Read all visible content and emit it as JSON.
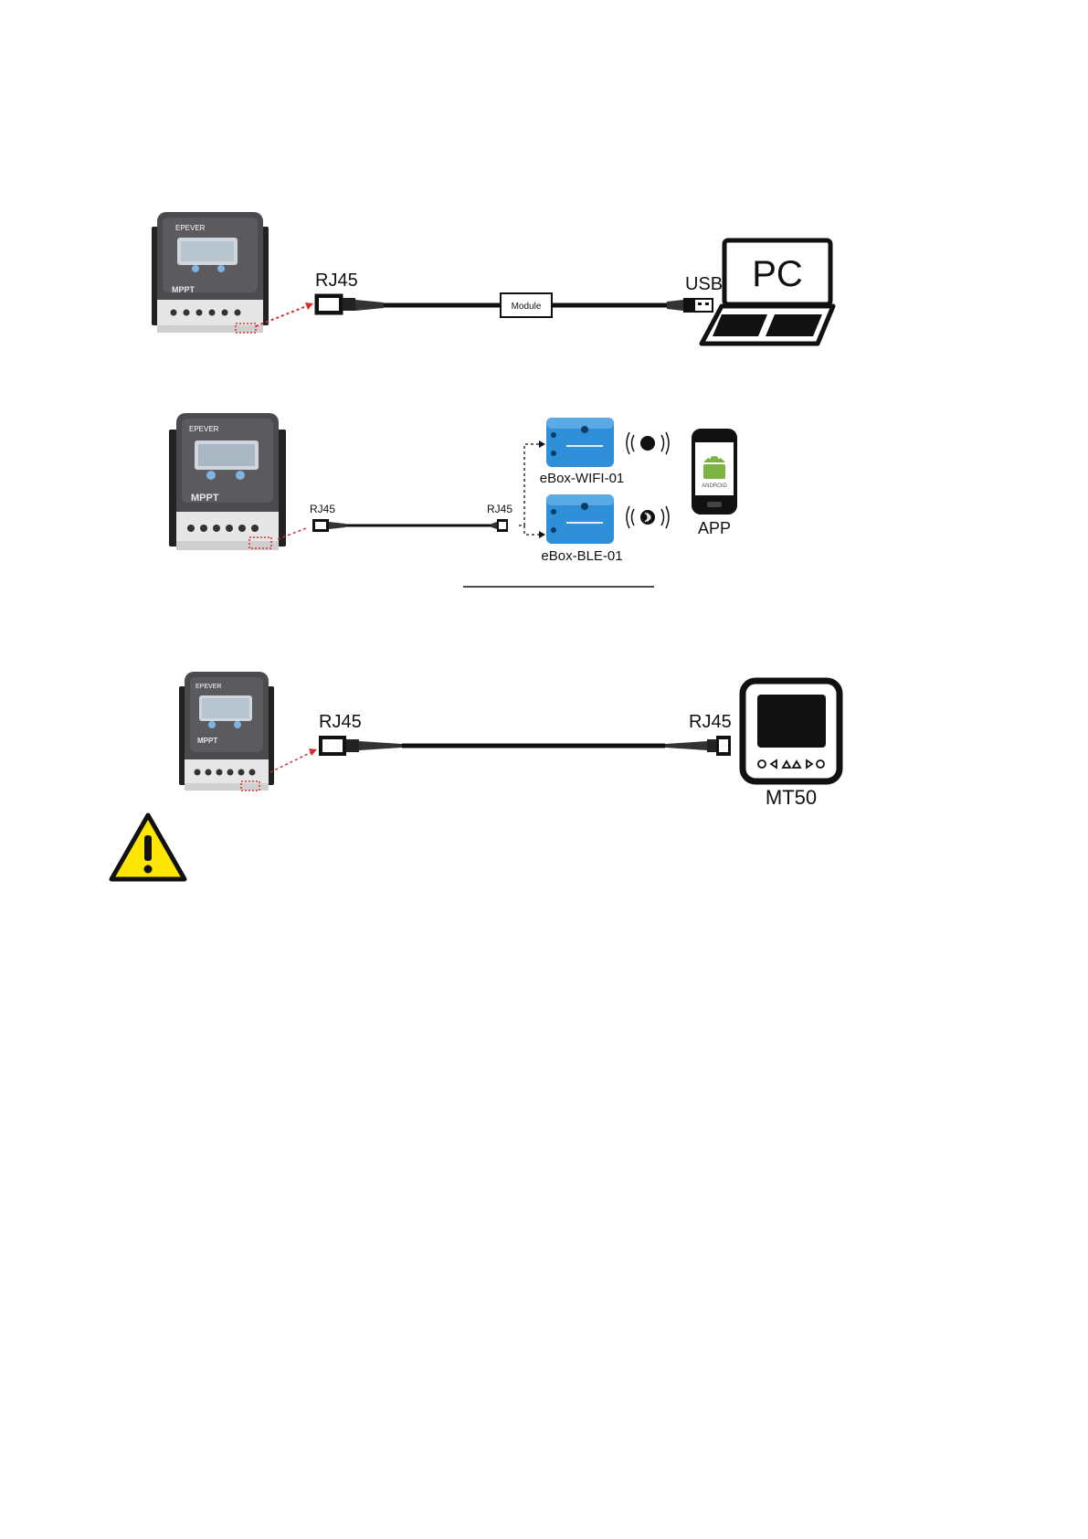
{
  "diagram1": {
    "rj45_label": "RJ45",
    "module_label": "Module",
    "usb_label": "USB",
    "pc_label": "PC"
  },
  "diagram2": {
    "rj45_left_label": "RJ45",
    "rj45_right_label": "RJ45",
    "wifi_box_label": "eBox-WIFI-01",
    "ble_box_label": "eBox-BLE-01",
    "app_label": "APP",
    "android_text": "ANDROID"
  },
  "diagram3": {
    "rj45_left_label": "RJ45",
    "rj45_right_label": "RJ45",
    "mt50_label": "MT50"
  },
  "controller": {
    "brand_text": "EPEVER",
    "model_text": "MPPT"
  },
  "colors": {
    "warning_yellow": "#ffe600",
    "ebox_blue": "#2f8fd8",
    "controller_dark": "#4b4b4f",
    "dotted_red": "#d23030"
  }
}
